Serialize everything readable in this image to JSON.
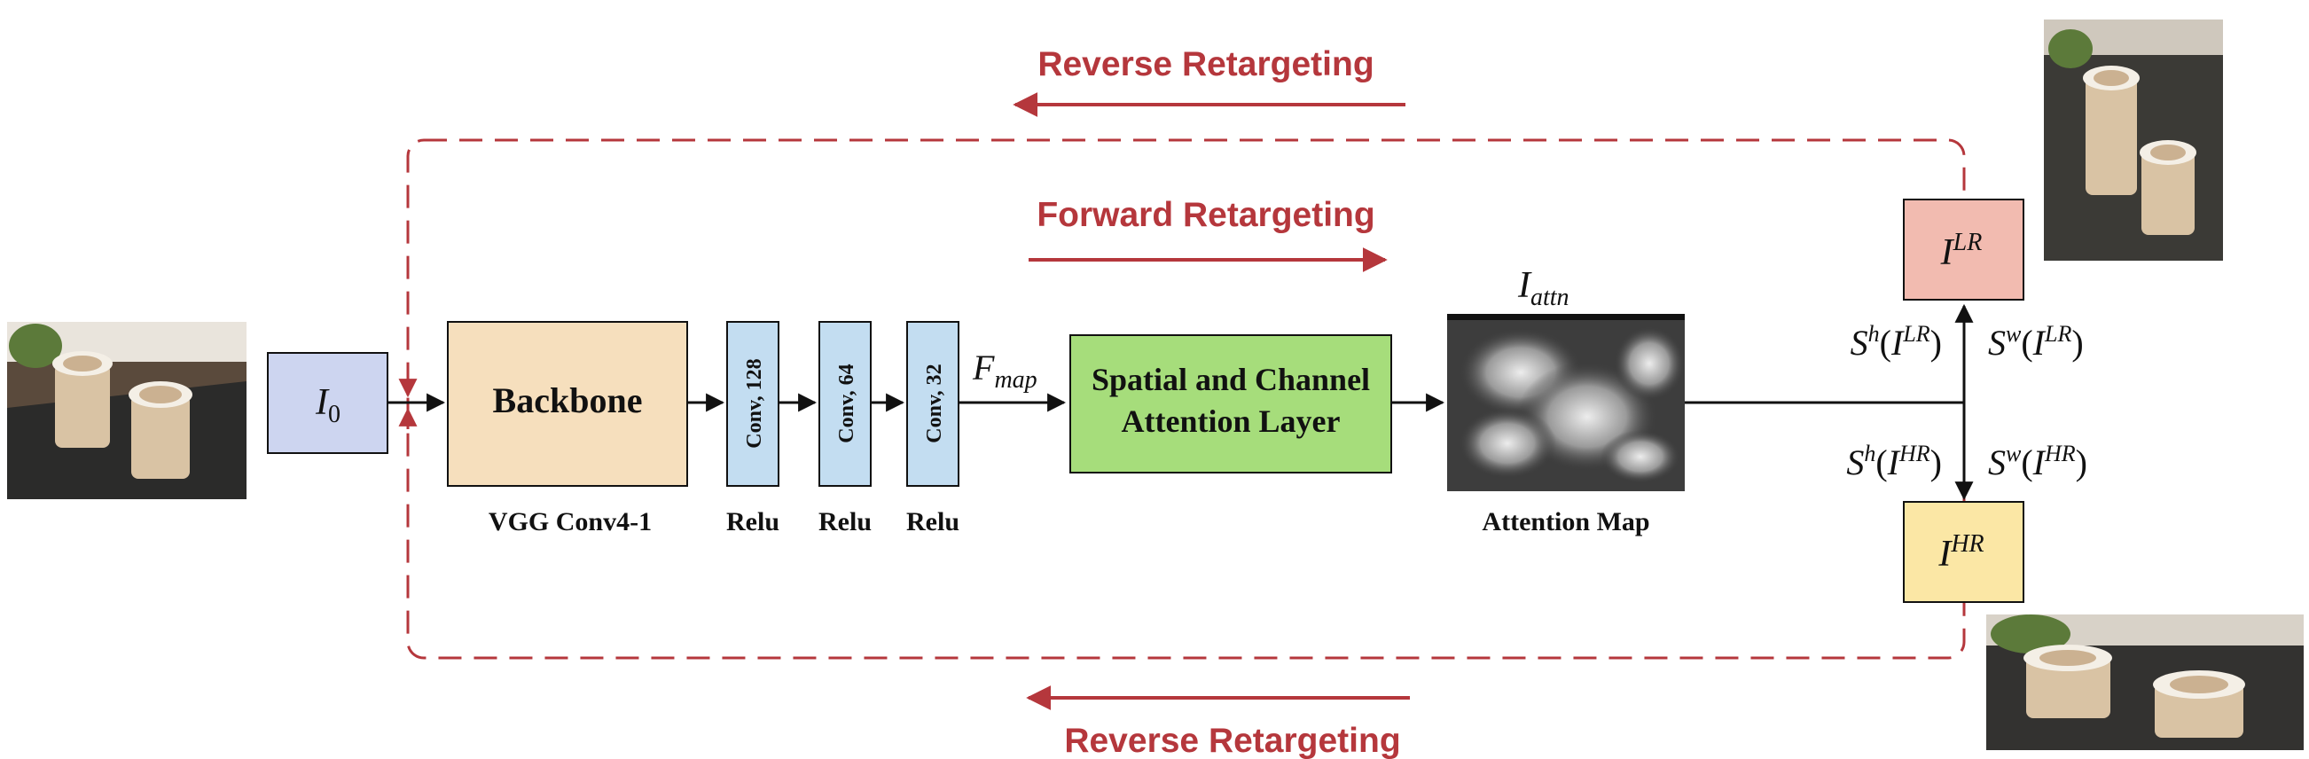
{
  "labels": {
    "reverse_top": "Reverse Retargeting",
    "forward": "Forward Retargeting",
    "reverse_bottom": "Reverse Retargeting",
    "backbone": "Backbone",
    "backbone_caption": "VGG Conv4-1",
    "conv1": "Conv, 128",
    "conv2": "Conv, 64",
    "conv3": "Conv, 32",
    "relu1": "Relu",
    "relu2": "Relu",
    "relu3": "Relu",
    "attention_line1": "Spatial and Channel",
    "attention_line2": "Attention Layer",
    "attention_map_caption": "Attention Map"
  },
  "math": {
    "input": {
      "base": "I",
      "sub": "0"
    },
    "fmap": {
      "base": "F",
      "sub": "map"
    },
    "attn": {
      "base": "I",
      "sub": "attn"
    },
    "lr": {
      "base": "I",
      "sup": "LR"
    },
    "hr": {
      "base": "I",
      "sup": "HR"
    },
    "sh_lr": {
      "fn": "S",
      "fsup": "h",
      "arg": "I",
      "asup": "LR"
    },
    "sw_lr": {
      "fn": "S",
      "fsup": "w",
      "arg": "I",
      "asup": "LR"
    },
    "sh_hr": {
      "fn": "S",
      "fsup": "h",
      "arg": "I",
      "asup": "HR"
    },
    "sw_hr": {
      "fn": "S",
      "fsup": "w",
      "arg": "I",
      "asup": "HR"
    }
  },
  "colors": {
    "input_box": "#cdd5f0",
    "backbone_box": "#f6dfbd",
    "conv_box": "#c3ddf1",
    "attention_box": "#a6dd7b",
    "lr_box": "#f2bbb0",
    "hr_box": "#fbe7a5",
    "retarget_red": "#b5373c"
  },
  "icons": {
    "input_photo": "coffee-cups-photo",
    "lr_photo": "coffee-cups-narrow-photo",
    "hr_photo": "coffee-cups-wide-photo",
    "attention_map": "attention-heatmap-image"
  }
}
